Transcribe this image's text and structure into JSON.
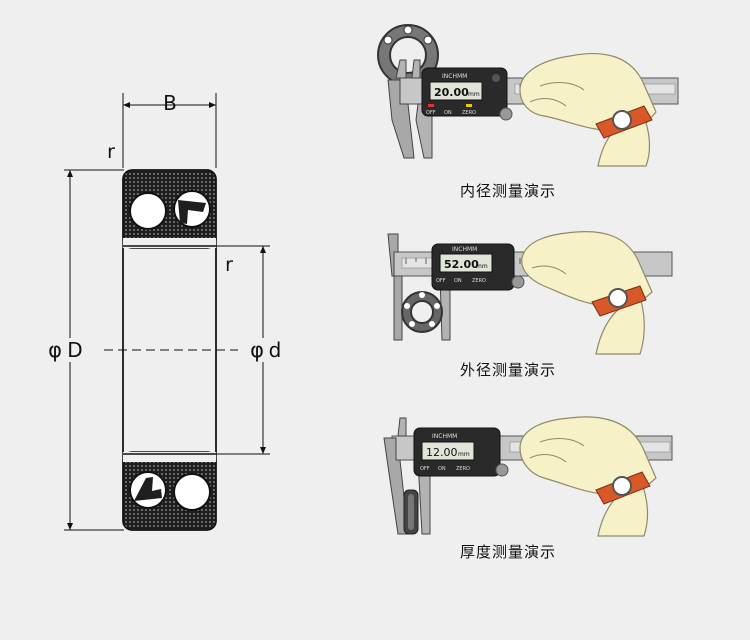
{
  "bearing": {
    "labels": {
      "width": "B",
      "radius": "r",
      "outer_diameter": "D",
      "inner_diameter": "d",
      "diameter_symbol": "φ"
    }
  },
  "demos": [
    {
      "caption": "内径测量演示",
      "reading": "20.00",
      "unit": "mm",
      "brand": "INCHMM",
      "buttons": [
        "OFF",
        "ON",
        "ZERO"
      ]
    },
    {
      "caption": "外径测量演示",
      "reading": "52.00",
      "unit": "mm",
      "brand": "INCHMM",
      "buttons": [
        "OFF",
        "ON",
        "ZERO"
      ]
    },
    {
      "caption": "厚度测量演示",
      "reading": "12.00",
      "unit": "mm",
      "brand": "INCHMM",
      "buttons": [
        "OFF",
        "ON",
        "ZERO"
      ]
    }
  ],
  "colors": {
    "background": "#efefef",
    "line": "#111111",
    "caliper": "#9a9a9a",
    "caliper_dark": "#2a2a2a",
    "glove": "#f6f1c6",
    "strap": "#d9582a",
    "lcd": "#dfe6d8"
  }
}
